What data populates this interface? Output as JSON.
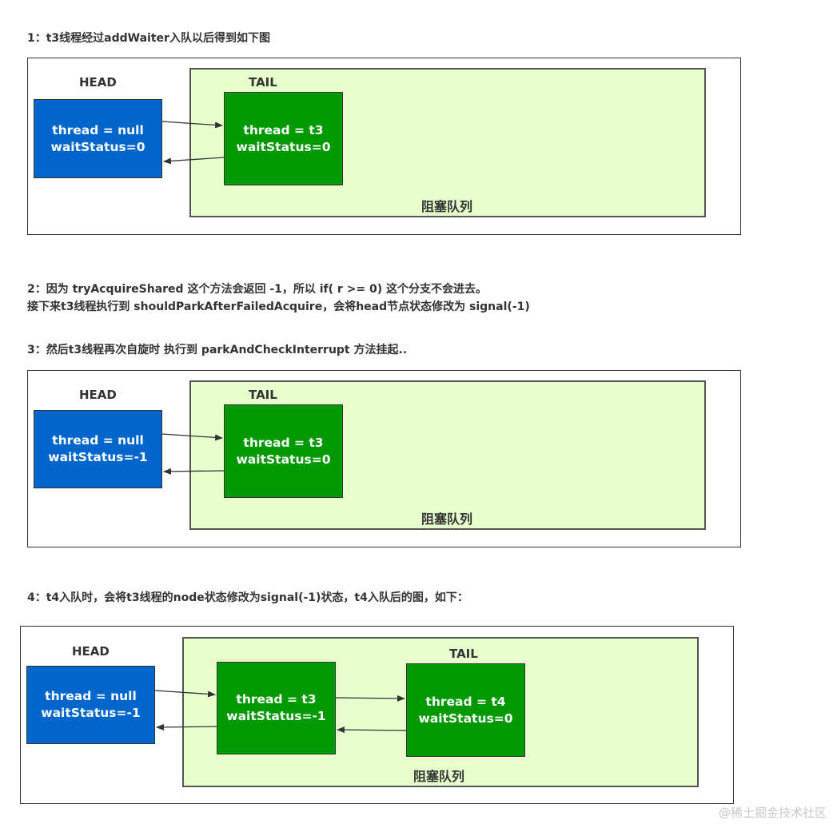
{
  "steps": [
    {
      "caption": "1：t3线程经过addWaiter入队以后得到如下图",
      "head_label": "HEAD",
      "tail_label": "TAIL",
      "queue_label": "阻塞队列",
      "nodes": [
        {
          "line1": "thread = null",
          "line2": "waitStatus=0"
        },
        {
          "line1": "thread = t3",
          "line2": "waitStatus=0"
        }
      ]
    },
    {
      "caption_line1": "2：因为 tryAcquireShared 这个方法会返回 -1，所以 if( r >= 0) 这个分支不会进去。",
      "caption_line2": "接下来t3线程执行到 shouldParkAfterFailedAcquire，会将head节点状态修改为 signal(-1)"
    },
    {
      "caption": "3：然后t3线程再次自旋时 执行到 parkAndCheckInterrupt 方法挂起..",
      "head_label": "HEAD",
      "tail_label": "TAIL",
      "queue_label": "阻塞队列",
      "nodes": [
        {
          "line1": "thread = null",
          "line2": "waitStatus=-1"
        },
        {
          "line1": "thread = t3",
          "line2": "waitStatus=0"
        }
      ]
    },
    {
      "caption": "4：t4入队时，会将t3线程的node状态修改为signal(-1)状态，t4入队后的图，如下：",
      "head_label": "HEAD",
      "tail_label": "TAIL",
      "queue_label": "阻塞队列",
      "nodes": [
        {
          "line1": "thread = null",
          "line2": "waitStatus=-1"
        },
        {
          "line1": "thread = t3",
          "line2": "waitStatus=-1"
        },
        {
          "line1": "thread = t4",
          "line2": "waitStatus=0"
        }
      ]
    }
  ],
  "watermark": "@稀土掘金技术社区",
  "colors": {
    "head_node": "#0066cc",
    "queue_node": "#009900",
    "queue_area": "#e6ffcc",
    "text": "#333333"
  }
}
